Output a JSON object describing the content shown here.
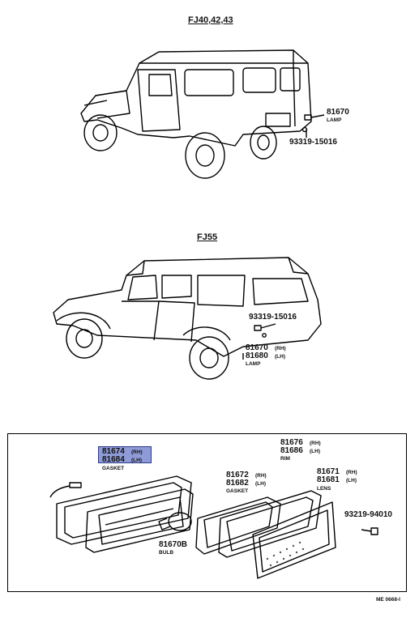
{
  "section1": {
    "title": "FJ40,42,43",
    "part_lamp": {
      "number": "81670",
      "desc": "LAMP"
    },
    "part_screw": "93319-15016"
  },
  "section2": {
    "title": "FJ55",
    "part_screw": "93319-15016",
    "part_lamp": {
      "number_rh": "81670",
      "rh": "(RH)",
      "number_lh": "81680",
      "lh": "(LH)",
      "desc": "LAMP"
    }
  },
  "detail": {
    "gasket1": {
      "number_rh": "81674",
      "rh": "(RH)",
      "number_lh": "81684",
      "lh": "(LH)",
      "desc": "GASKET"
    },
    "bulb": {
      "number": "81670B",
      "desc": "BULB"
    },
    "gasket2": {
      "number_rh": "81672",
      "rh": "(RH)",
      "number_lh": "81682",
      "lh": "(LH)",
      "desc": "GASKET"
    },
    "rim": {
      "number_rh": "81676",
      "rh": "(RH)",
      "number_lh": "81686",
      "lh": "(LH)",
      "desc": "RIM"
    },
    "lens": {
      "number_rh": "81671",
      "rh": "(RH)",
      "number_lh": "81681",
      "lh": "(LH)",
      "desc": "LENS"
    },
    "screw": "93219-94010"
  },
  "footer_code": "ME 0668-I",
  "highlight_color": "#8f9bd6"
}
